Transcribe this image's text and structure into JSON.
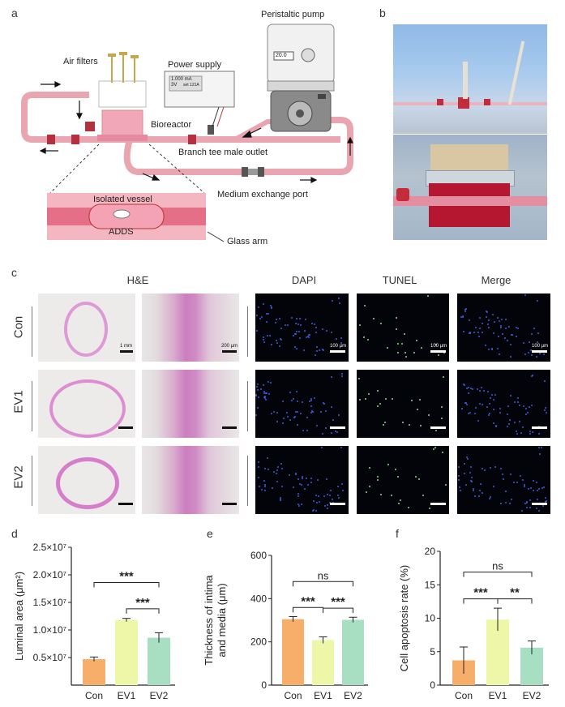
{
  "panels": {
    "a": "a",
    "b": "b",
    "c": "c",
    "d": "d",
    "e": "e",
    "f": "f"
  },
  "diagram": {
    "peristaltic_pump": "Peristaltic pump",
    "air_filters": "Air filters",
    "power_supply": "Power supply",
    "bioreactor": "Bioreactor",
    "branch_tee": "Branch tee male outlet",
    "medium_port": "Medium exchange port",
    "isolated_vessel": "Isolated vessel",
    "adds": "ADDS",
    "glass_arm": "Glass arm",
    "ps_current": "1.000 mA",
    "ps_voltage": "3V",
    "ps_set": "set 121A",
    "pump_display": "20.0"
  },
  "histology": {
    "col_he": "H&E",
    "col_dapi": "DAPI",
    "col_tunel": "TUNEL",
    "col_merge": "Merge",
    "rows": [
      "Con",
      "EV1",
      "EV2"
    ],
    "scale_1mm": "1 mm",
    "scale_200um": "200 μm",
    "scale_100um": "100 μm"
  },
  "colors": {
    "con": "#f7ae6b",
    "ev1": "#eef7a8",
    "ev2": "#a8dfc2",
    "tube": "#e9a6b0"
  },
  "chart_data": [
    {
      "type": "bar",
      "panel": "d",
      "categories": [
        "Con",
        "EV1",
        "EV2"
      ],
      "values": [
        4700000,
        11800000,
        8600000
      ],
      "errors": [
        400000,
        300000,
        900000
      ],
      "ylabel": "Luminal area (μm²)",
      "ylim": [
        0,
        25000000
      ],
      "yticks": [
        "0.5×10⁷",
        "1.0×10⁷",
        "1.5×10⁷",
        "2.0×10⁷",
        "2.5×10⁷"
      ],
      "ytick_values": [
        5000000,
        10000000,
        15000000,
        20000000,
        25000000
      ],
      "annotations": [
        {
          "from": "Con",
          "to": "EV2",
          "mid": "EV1-EV2",
          "text": "***"
        },
        {
          "from": "EV1",
          "to": "EV2",
          "text": "***"
        }
      ]
    },
    {
      "type": "bar",
      "panel": "e",
      "categories": [
        "Con",
        "EV1",
        "EV2"
      ],
      "values": [
        305,
        208,
        302
      ],
      "errors": [
        12,
        15,
        12
      ],
      "ylabel": "Thickness of intima and media (μm)",
      "ylim": [
        0,
        600
      ],
      "yticks": [
        "0",
        "200",
        "400",
        "600"
      ],
      "ytick_values": [
        0,
        200,
        400,
        600
      ],
      "annotations": [
        {
          "from": "Con",
          "to": "EV2",
          "text": "ns"
        },
        {
          "from": "Con",
          "to": "EV1",
          "text": "***"
        },
        {
          "from": "EV1",
          "to": "EV2",
          "text": "***"
        }
      ]
    },
    {
      "type": "bar",
      "panel": "f",
      "categories": [
        "Con",
        "EV1",
        "EV2"
      ],
      "values": [
        3.7,
        9.8,
        5.6
      ],
      "errors": [
        2.0,
        1.7,
        1.0
      ],
      "ylabel": "Cell apoptosis rate (%)",
      "ylim": [
        0,
        20
      ],
      "yticks": [
        "0",
        "5",
        "10",
        "15",
        "20"
      ],
      "ytick_values": [
        0,
        5,
        10,
        15,
        20
      ],
      "annotations": [
        {
          "from": "Con",
          "to": "EV2",
          "text": "ns"
        },
        {
          "from": "Con",
          "to": "EV1",
          "text": "***"
        },
        {
          "from": "EV1",
          "to": "EV2",
          "text": "**"
        }
      ]
    }
  ]
}
